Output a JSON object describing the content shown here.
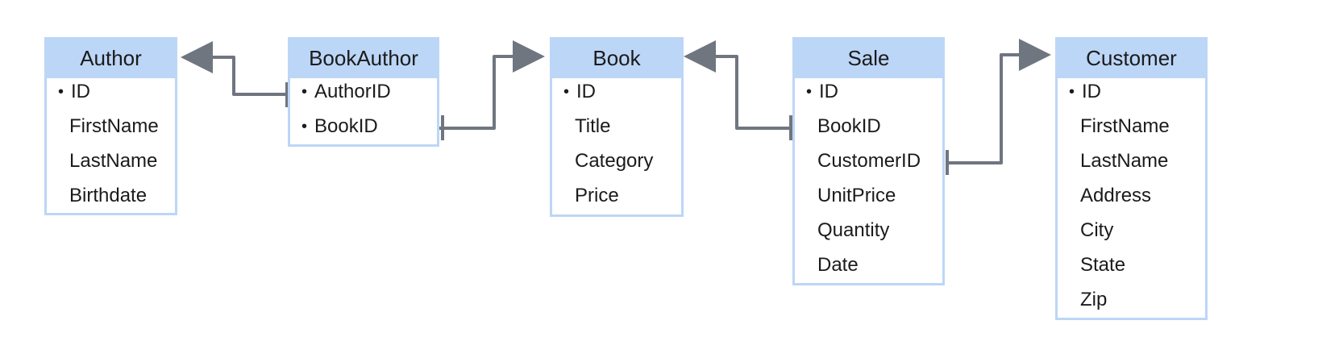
{
  "diagram": {
    "entities": [
      {
        "id": "author",
        "name": "Author",
        "fields": [
          {
            "name": "ID",
            "key": true
          },
          {
            "name": "FirstName",
            "key": false
          },
          {
            "name": "LastName",
            "key": false
          },
          {
            "name": "Birthdate",
            "key": false
          }
        ]
      },
      {
        "id": "bookauthor",
        "name": "BookAuthor",
        "fields": [
          {
            "name": "AuthorID",
            "key": true
          },
          {
            "name": "BookID",
            "key": true
          }
        ]
      },
      {
        "id": "book",
        "name": "Book",
        "fields": [
          {
            "name": "ID",
            "key": true
          },
          {
            "name": "Title",
            "key": false
          },
          {
            "name": "Category",
            "key": false
          },
          {
            "name": "Price",
            "key": false
          }
        ]
      },
      {
        "id": "sale",
        "name": "Sale",
        "fields": [
          {
            "name": "ID",
            "key": true
          },
          {
            "name": "BookID",
            "key": false
          },
          {
            "name": "CustomerID",
            "key": false
          },
          {
            "name": "UnitPrice",
            "key": false
          },
          {
            "name": "Quantity",
            "key": false
          },
          {
            "name": "Date",
            "key": false
          }
        ]
      },
      {
        "id": "customer",
        "name": "Customer",
        "fields": [
          {
            "name": "ID",
            "key": true
          },
          {
            "name": "FirstName",
            "key": false
          },
          {
            "name": "LastName",
            "key": false
          },
          {
            "name": "Address",
            "key": false
          },
          {
            "name": "City",
            "key": false
          },
          {
            "name": "State",
            "key": false
          },
          {
            "name": "Zip",
            "key": false
          }
        ]
      }
    ],
    "relationships": [
      {
        "from": "bookauthor.AuthorID",
        "to": "author"
      },
      {
        "from": "bookauthor.BookID",
        "to": "book"
      },
      {
        "from": "sale.BookID",
        "to": "book"
      },
      {
        "from": "sale.CustomerID",
        "to": "customer"
      }
    ],
    "colors": {
      "header_fill": "#bcd6f7",
      "border": "#bcd6f7",
      "connector": "#6f7680",
      "text": "#1b1b1b"
    }
  }
}
